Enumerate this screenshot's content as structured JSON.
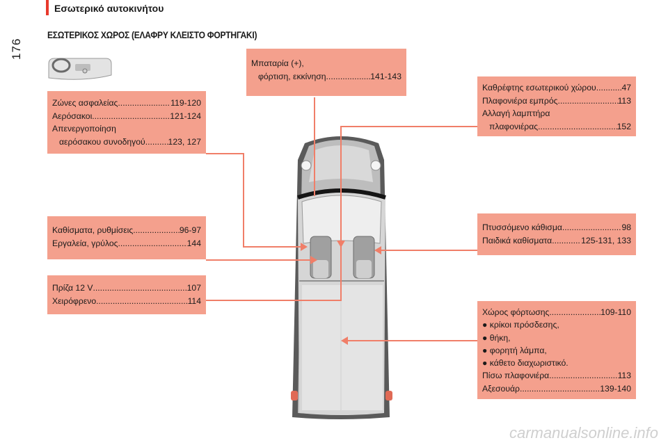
{
  "header": {
    "title": "Εσωτερικό αυτοκινήτου",
    "page_number": "176"
  },
  "section_title": "ΕΣΩΤΕΡΙΚΟΣ ΧΩΡΟΣ (ΕΛΑΦΡΥ ΚΛΕΙΣΤΟ ΦΟΡΤΗΓΑΚΙ)",
  "battery": {
    "line1": "Μπαταρία (+),",
    "line2_text": "φόρτιση, εκκίνηση ",
    "line2_pages": "141-143"
  },
  "belts": {
    "r1_text": "Ζώνες ασφαλείας ",
    "r1_pages": "119-120",
    "r2_text": "Αερόσακοι ",
    "r2_pages": "121-124",
    "r3_text": "Απενεργοποίηση",
    "r4_text": "αερόσακου συνοδηγού ",
    "r4_pages": "123, 127"
  },
  "mirror": {
    "r1_text": "Καθρέφτης εσωτερικού χώρου ",
    "r1_pages": "47",
    "r2_text": "Πλαφονιέρα εμπρός",
    "r2_pages": "113",
    "r3_text": "Αλλαγή λαμπτήρα",
    "r4_text": "πλαφονιέρας ",
    "r4_pages": "152"
  },
  "seats": {
    "r1_text": "Καθίσματα, ρυθμίσεις ",
    "r1_pages": "96-97",
    "r2_text": "Εργαλεία, γρύλος ",
    "r2_pages": "144"
  },
  "socket": {
    "r1_text": "Πρίζα 12 V ",
    "r1_pages": "107",
    "r2_text": "Χειρόφρενο ",
    "r2_pages": "114"
  },
  "folding": {
    "r1_text": "Πτυσσόμενο κάθισμα ",
    "r1_pages": "98",
    "r2_text": "Παιδικά καθίσματα ",
    "r2_pages": "125-131, 133"
  },
  "cargo": {
    "r1_text": "Χώρος φόρτωσης ",
    "r1_pages": "109-110",
    "b1": "● κρίκοι πρόσδεσης,",
    "b2": "● θήκη,",
    "b3": "● φορητή λάμπα,",
    "b4": "● κάθετο διαχωριστικό.",
    "r2_text": "Πίσω πλαφονιέρα ",
    "r2_pages": "113",
    "r3_text": "Αξεσουάρ ",
    "r3_pages": "139-140"
  },
  "footer": {
    "watermark": "carmanualsonline.info"
  },
  "colors": {
    "accent_red": "#e8392c",
    "box_fill": "#f4a08d",
    "leader_line": "#f07e68"
  }
}
